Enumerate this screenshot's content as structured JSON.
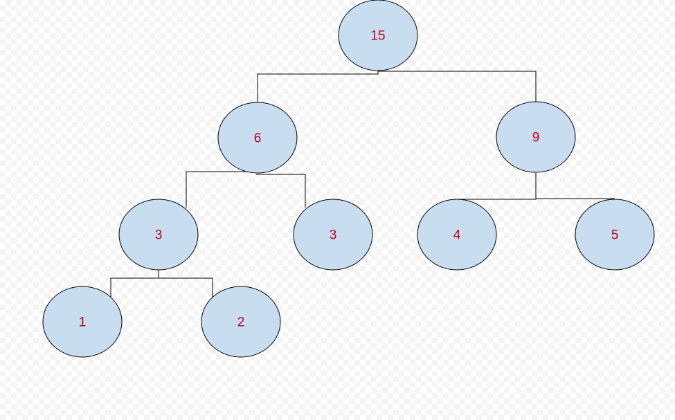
{
  "diagram": {
    "colors": {
      "node_fill": "#c9ddf0",
      "node_stroke": "#000000",
      "label_color": "#c00020",
      "connector_color": "#000000"
    },
    "nodes": [
      {
        "id": "n15",
        "label": "15"
      },
      {
        "id": "n6",
        "label": "6"
      },
      {
        "id": "n9",
        "label": "9"
      },
      {
        "id": "n3a",
        "label": "3"
      },
      {
        "id": "n3b",
        "label": "3"
      },
      {
        "id": "n4",
        "label": "4"
      },
      {
        "id": "n5",
        "label": "5"
      },
      {
        "id": "n1",
        "label": "1"
      },
      {
        "id": "n2",
        "label": "2"
      }
    ],
    "edges": [
      {
        "from": "n15",
        "to": "n6"
      },
      {
        "from": "n15",
        "to": "n9"
      },
      {
        "from": "n6",
        "to": "n3a"
      },
      {
        "from": "n6",
        "to": "n3b"
      },
      {
        "from": "n9",
        "to": "n4"
      },
      {
        "from": "n9",
        "to": "n5"
      },
      {
        "from": "n3a",
        "to": "n1"
      },
      {
        "from": "n3a",
        "to": "n2"
      }
    ]
  }
}
